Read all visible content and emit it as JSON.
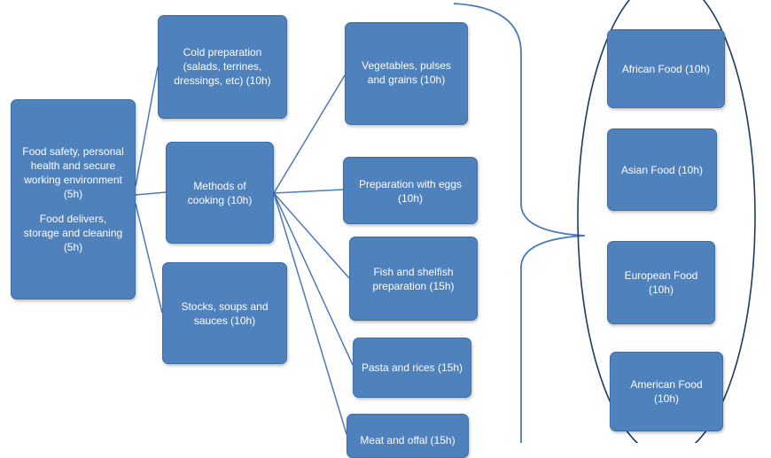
{
  "diagram": {
    "foundation": {
      "item1": "Food safety, personal\nhealth and secure\nworking environment\n(5h)",
      "item2": "Food delivers,\nstorage and cleaning\n(5h)"
    },
    "modules": {
      "cold_preparation": "Cold preparation\n(salads, terrines,\ndressings, etc) (10h)",
      "methods_of_cooking": "Methods of\ncooking (10h)",
      "stocks_soups_sauces": "Stocks, soups and\nsauces (10h)"
    },
    "cooking_methods": {
      "vegetables": "Vegetables, pulses\nand grains (10h)",
      "eggs": "Preparation with eggs\n(10h)",
      "fish": "Fish and shelfish\npreparation (15h)",
      "pasta": "Pasta and  rices (15h)",
      "meat": "Meat and offal (15h)"
    },
    "cuisines": {
      "african": "African Food (10h)",
      "asian": "Asian Food (10h)",
      "european": "European Food\n(10h)",
      "american": "American Food\n(10h)"
    },
    "colors": {
      "box_fill": "#4f81bd",
      "box_border": "#3d6ea5",
      "connector": "#4a7ab8",
      "text": "#ffffff"
    }
  }
}
